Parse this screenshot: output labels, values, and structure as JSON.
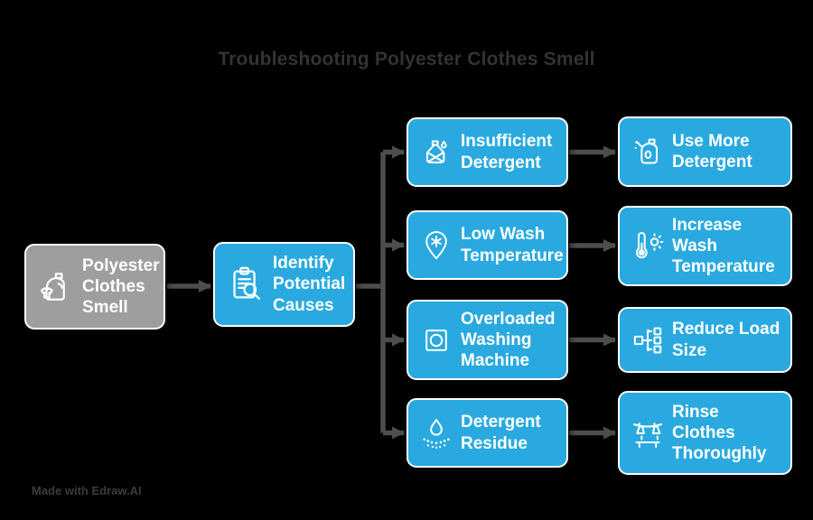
{
  "title": "Troubleshooting Polyester Clothes Smell",
  "watermark": "Made with Edraw.AI",
  "colors": {
    "node_blue": "#29a9e0",
    "node_gray": "#9e9e9e",
    "connector": "#4d4d4d",
    "node_text": "#ffffff",
    "title_text": "#333333",
    "background": "#000000"
  },
  "root": {
    "label": "Polyester Clothes Smell",
    "icon": "detergent-bottle-clothes-icon"
  },
  "process": {
    "label": "Identify Potential Causes",
    "icon": "clipboard-search-icon"
  },
  "causes": [
    {
      "label": "Insufficient Detergent",
      "icon": "crossed-detergent-bottle-icon"
    },
    {
      "label": "Low Wash Temperature",
      "icon": "snowflake-pin-icon"
    },
    {
      "label": "Overloaded Washing Machine",
      "icon": "washing-machine-icon"
    },
    {
      "label": "Detergent Residue",
      "icon": "droplet-residue-icon"
    }
  ],
  "solutions": [
    {
      "label": "Use More Detergent",
      "icon": "detergent-jug-drops-icon"
    },
    {
      "label": "Increase Wash Temperature",
      "icon": "thermometer-sun-icon"
    },
    {
      "label": "Reduce Load Size",
      "icon": "split-load-icon"
    },
    {
      "label": "Rinse Clothes Thoroughly",
      "icon": "clothesline-rinse-icon"
    }
  ]
}
